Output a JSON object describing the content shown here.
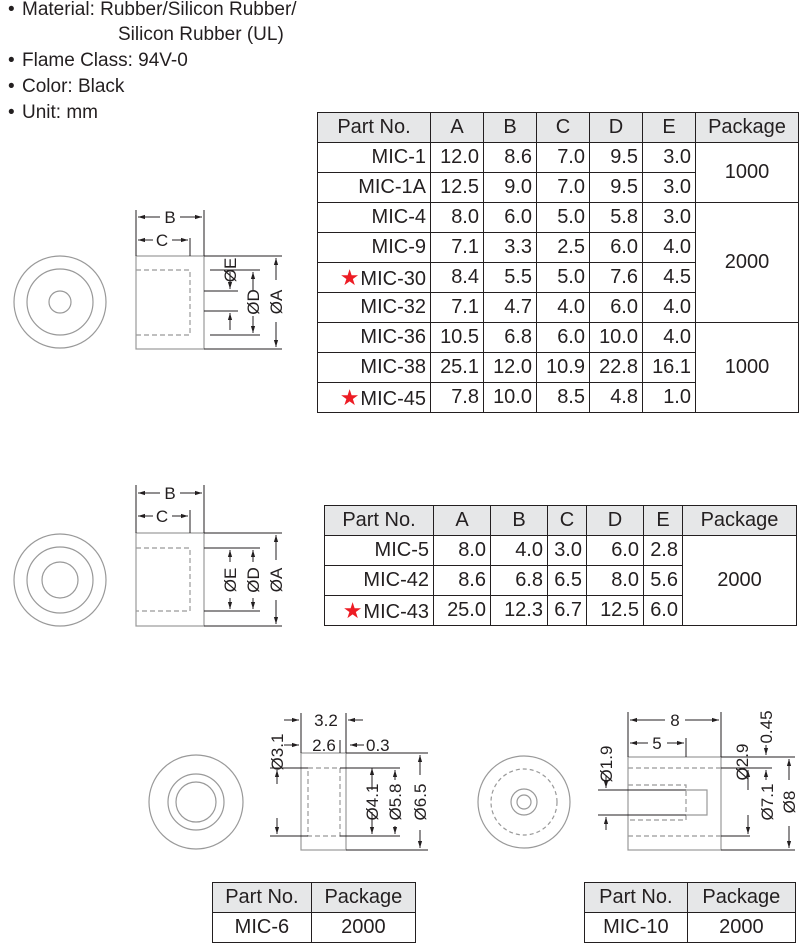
{
  "specs": {
    "material_1": "Material: Rubber/Silicon Rubber/",
    "material_2": "Silicon Rubber (UL)",
    "flame": "Flame Class: 94V-0",
    "color": "Color: Black",
    "unit": "Unit: mm",
    "bullet": "•"
  },
  "table1": {
    "headers": [
      "Part No.",
      "A",
      "B",
      "C",
      "D",
      "E",
      "Package"
    ],
    "rows": [
      {
        "part": "MIC-1",
        "star": false,
        "A": "12.0",
        "B": "8.6",
        "C": "7.0",
        "D": "9.5",
        "E": "3.0"
      },
      {
        "part": "MIC-1A",
        "star": false,
        "A": "12.5",
        "B": "9.0",
        "C": "7.0",
        "D": "9.5",
        "E": "3.0"
      },
      {
        "part": "MIC-4",
        "star": false,
        "A": "8.0",
        "B": "6.0",
        "C": "5.0",
        "D": "5.8",
        "E": "3.0"
      },
      {
        "part": "MIC-9",
        "star": false,
        "A": "7.1",
        "B": "3.3",
        "C": "2.5",
        "D": "6.0",
        "E": "4.0"
      },
      {
        "part": "MIC-30",
        "star": true,
        "A": "8.4",
        "B": "5.5",
        "C": "5.0",
        "D": "7.6",
        "E": "4.5"
      },
      {
        "part": "MIC-32",
        "star": false,
        "A": "7.1",
        "B": "4.7",
        "C": "4.0",
        "D": "6.0",
        "E": "4.0"
      },
      {
        "part": "MIC-36",
        "star": false,
        "A": "10.5",
        "B": "6.8",
        "C": "6.0",
        "D": "10.0",
        "E": "4.0"
      },
      {
        "part": "MIC-38",
        "star": false,
        "A": "25.1",
        "B": "12.0",
        "C": "10.9",
        "D": "22.8",
        "E": "16.1"
      },
      {
        "part": "MIC-45",
        "star": true,
        "A": "7.8",
        "B": "10.0",
        "C": "8.5",
        "D": "4.8",
        "E": "1.0"
      }
    ],
    "packages": [
      "1000",
      "2000",
      "1000"
    ]
  },
  "table2": {
    "headers": [
      "Part No.",
      "A",
      "B",
      "C",
      "D",
      "E",
      "Package"
    ],
    "rows": [
      {
        "part": "MIC-5",
        "star": false,
        "A": "8.0",
        "B": "4.0",
        "C": "3.0",
        "D": "6.0",
        "E": "2.8"
      },
      {
        "part": "MIC-42",
        "star": false,
        "A": "8.6",
        "B": "6.8",
        "C": "6.5",
        "D": "8.0",
        "E": "5.6"
      },
      {
        "part": "MIC-43",
        "star": true,
        "A": "25.0",
        "B": "12.3",
        "C": "6.7",
        "D": "12.5",
        "E": "6.0"
      }
    ],
    "packages": [
      "2000"
    ]
  },
  "table3": {
    "headers": [
      "Part No.",
      "Package"
    ],
    "part": "MIC-6",
    "package": "2000"
  },
  "table4": {
    "headers": [
      "Part No.",
      "Package"
    ],
    "part": "MIC-10",
    "package": "2000"
  },
  "star_glyph": "★",
  "dims1": {
    "B": "B",
    "C": "C",
    "E": "ØE",
    "D": "ØD",
    "A": "ØA"
  },
  "dims2": {
    "B": "B",
    "C": "C",
    "E": "ØE",
    "D": "ØD",
    "A": "ØA"
  },
  "dims3": {
    "d32": "3.2",
    "d26": "2.6",
    "d03": "0.3",
    "d31": "Ø3.1",
    "d41": "Ø4.1",
    "d58": "Ø5.8",
    "d65": "Ø6.5"
  },
  "dims4": {
    "d8": "8",
    "d5": "5",
    "d045": "0.45",
    "d19": "Ø1.9",
    "d29": "Ø2.9",
    "d71": "Ø7.1",
    "d8dia": "Ø8"
  },
  "colors": {
    "star": "#ed1c24",
    "header_bg": "#e6e7e8",
    "line": "#231f20",
    "outline": "#999999"
  }
}
